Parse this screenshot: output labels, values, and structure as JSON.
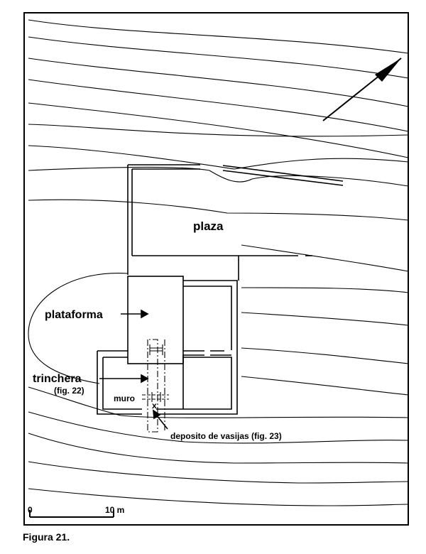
{
  "labels": {
    "plaza": "plaza",
    "plataforma": "plataforma",
    "trinchera": "trinchera",
    "trinchera_ref": "(fig. 22)",
    "muro": "muro",
    "marker": "x",
    "deposito": "deposito de vasijas (fig. 23)"
  },
  "scale": {
    "start": "0",
    "end": "10 m"
  },
  "caption": "Figura 21."
}
